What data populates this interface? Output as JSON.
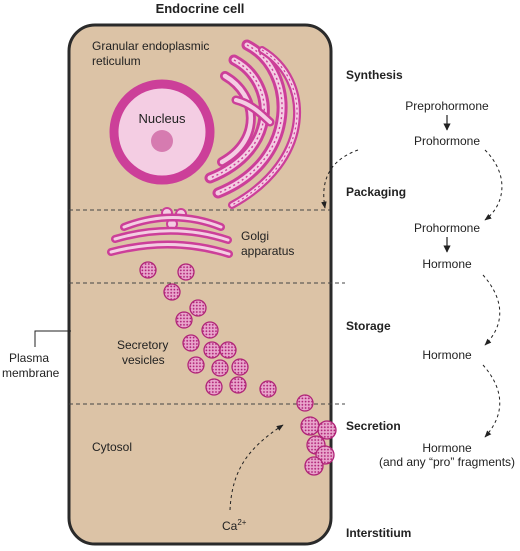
{
  "diagram": {
    "title": "Endocrine cell",
    "organelles": {
      "er": [
        "Granular endoplasmic",
        "reticulum"
      ],
      "nucleus": "Nucleus",
      "golgi": [
        "Golgi",
        "apparatus"
      ],
      "vesicles": [
        "Secretory",
        "vesicles"
      ],
      "cytosol": "Cytosol",
      "membrane": [
        "Plasma",
        "membrane"
      ],
      "calcium": {
        "base": "Ca",
        "superscript": "2+"
      }
    },
    "stages": [
      {
        "id": "synthesis",
        "label": "Synthesis"
      },
      {
        "id": "packaging",
        "label": "Packaging"
      },
      {
        "id": "storage",
        "label": "Storage"
      },
      {
        "id": "secretion",
        "label": "Secretion"
      },
      {
        "id": "interstitium",
        "label": "Interstitium"
      }
    ],
    "products": {
      "preprohormone": "Preprohormone",
      "prohormone_1": "Prohormone",
      "prohormone_2": "Prohormone",
      "hormone_1": "Hormone",
      "hormone_2": "Hormone",
      "hormone_3": "Hormone",
      "fragments": "(and any “pro” fragments)"
    },
    "colors": {
      "cytoplasm": "#dcc3a6",
      "membrane": "#2a2a2a",
      "organelle": "#cc3f99",
      "organelle_light": "#f4cde3",
      "nucleolus": "#d67bb0"
    }
  }
}
